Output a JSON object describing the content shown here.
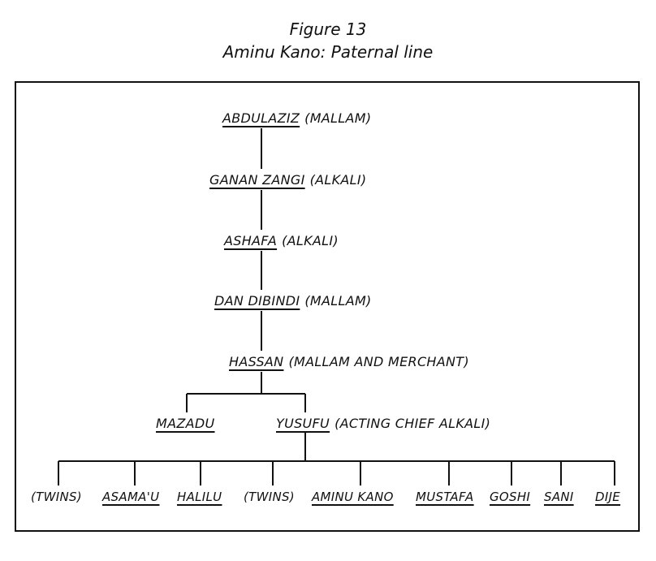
{
  "figure": {
    "title": "Figure 13",
    "subtitle": "Aminu Kano: Paternal line"
  },
  "generations": [
    {
      "name": "ABDULAZIZ",
      "title": "(MALLAM)"
    },
    {
      "name": "GANAN ZANGI",
      "title": "(ALKALI)"
    },
    {
      "name": "ASHAFA",
      "title": "(ALKALI)"
    },
    {
      "name": "DAN DIBINDI",
      "title": "(MALLAM)"
    },
    {
      "name": "HASSAN",
      "title": "(MALLAM AND MERCHANT)"
    }
  ],
  "sons_of_hassan": [
    {
      "name": "MAZADU",
      "title": ""
    },
    {
      "name": "YUSUFU",
      "title": "(ACTING CHIEF ALKALI)"
    }
  ],
  "children_of_yusufu": [
    {
      "name": "(TWINS)",
      "underlined": false
    },
    {
      "name": "ASAMA'U",
      "underlined": true
    },
    {
      "name": "HALILU",
      "underlined": true
    },
    {
      "name": "(TWINS)",
      "underlined": false
    },
    {
      "name": "AMINU KANO",
      "underlined": true
    },
    {
      "name": "MUSTAFA",
      "underlined": true
    },
    {
      "name": "GOSHI",
      "underlined": true
    },
    {
      "name": "SANI",
      "underlined": true
    },
    {
      "name": "DIJE",
      "underlined": true
    }
  ]
}
